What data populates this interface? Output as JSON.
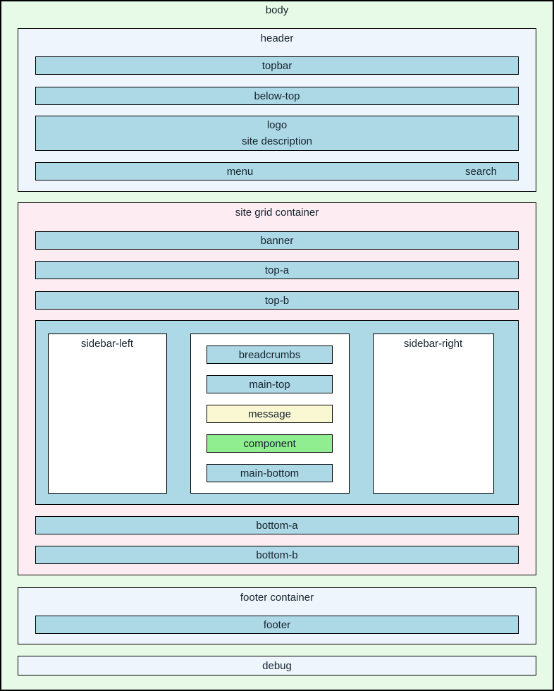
{
  "colors": {
    "page_bg": "#E7FAE7",
    "container_bg": "#EEF5FD",
    "grid_bg": "#FDECF2",
    "bar_bg": "#ADD8E6",
    "message_bg": "#FAF8D2",
    "component_bg": "#90EE90",
    "box_bg": "#FFFFFF",
    "border": "#000000",
    "text": "#16242E"
  },
  "page": {
    "label": "body"
  },
  "header": {
    "label": "header",
    "bars": [
      {
        "label": "topbar"
      },
      {
        "label": "below-top"
      }
    ],
    "logo": {
      "line1": "logo",
      "line2": "site description"
    },
    "menu_bar": {
      "menu": "menu",
      "search": "search"
    }
  },
  "grid": {
    "label": "site grid container",
    "top_bars": [
      {
        "label": "banner"
      },
      {
        "label": "top-a"
      },
      {
        "label": "top-b"
      }
    ],
    "row": {
      "sidebar_left": "sidebar-left",
      "sidebar_right": "sidebar-right",
      "main": [
        {
          "label": "breadcrumbs"
        },
        {
          "label": "main-top"
        },
        {
          "label": "message"
        },
        {
          "label": "component"
        },
        {
          "label": "main-bottom"
        }
      ]
    },
    "bottom_bars": [
      {
        "label": "bottom-a"
      },
      {
        "label": "bottom-b"
      }
    ]
  },
  "footer": {
    "label": "footer container",
    "bar": "footer"
  },
  "debug": {
    "label": "debug"
  }
}
